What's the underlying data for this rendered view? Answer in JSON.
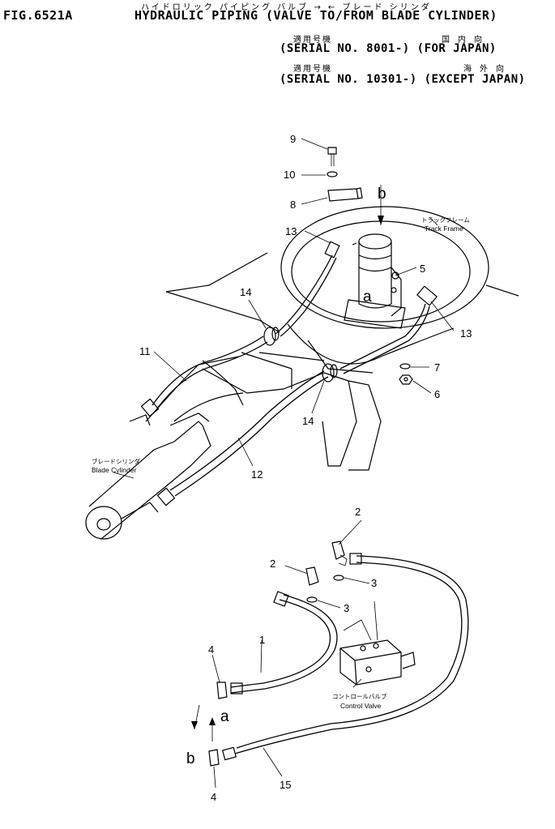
{
  "header": {
    "fig_number": "FIG.6521A",
    "title": "HYDRAULIC PIPING (VALVE TO/FROM BLADE CYLINDER)",
    "title_jp": "ハイドロリック パイピング バルブ → ← ブレード シリンダ",
    "applic1_jp": "適用号機",
    "region1_jp": "国内向",
    "serial1": "(SERIAL NO. 8001-) (FOR JAPAN)",
    "applic2_jp": "適用号機",
    "region2_jp": "海外向",
    "serial2": "(SERIAL NO. 10301-) (EXCEPT JAPAN)"
  },
  "callouts": {
    "p1": "1",
    "p2a": "2",
    "p2b": "2",
    "p3a": "3",
    "p3b": "3",
    "p4a": "4",
    "p4b": "4",
    "p5": "5",
    "p6": "6",
    "p7": "7",
    "p8": "8",
    "p9": "9",
    "p10": "10",
    "p11": "11",
    "p12": "12",
    "p13a": "13",
    "p13b": "13",
    "p14a": "14",
    "p14b": "14",
    "p15": "15",
    "a_top": "a",
    "b_top": "b",
    "a_bottom": "a",
    "b_bottom": "b"
  },
  "part_labels": {
    "track_frame_jp": "トラックフレーム",
    "track_frame": "Track Frame",
    "blade_cylinder_jp": "ブレードシリンダ",
    "blade_cylinder": "Blade Cylinder",
    "control_valve_jp": "コントロールバルブ",
    "control_valve": "Control Valve"
  }
}
